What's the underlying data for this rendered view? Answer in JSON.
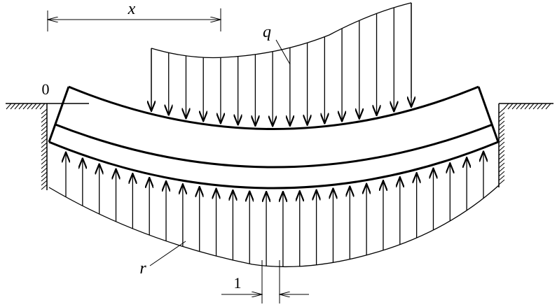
{
  "labels": {
    "x": "x",
    "q": "q",
    "origin": "0",
    "r": "r",
    "unit": "1"
  }
}
